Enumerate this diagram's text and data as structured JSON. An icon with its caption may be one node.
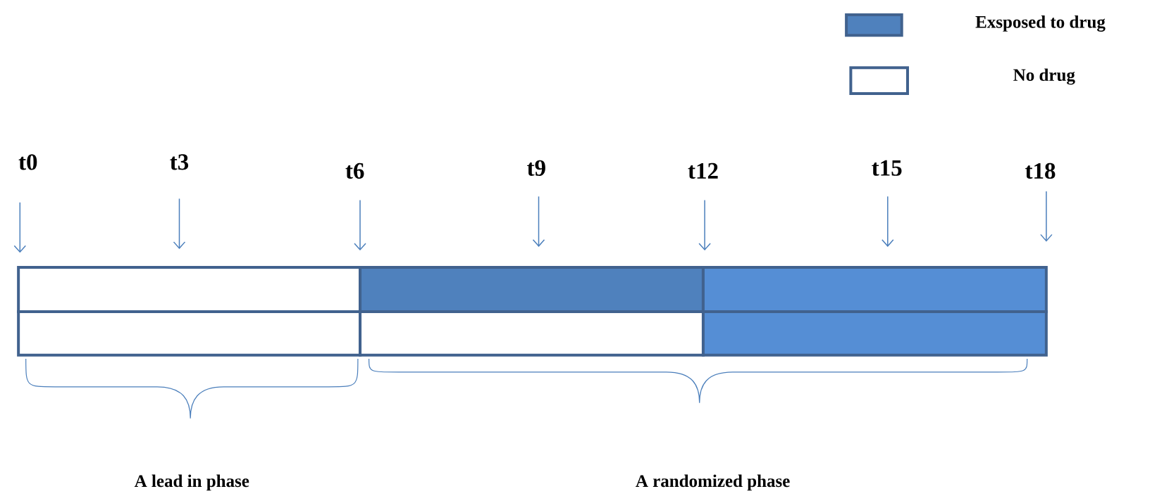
{
  "diagram": {
    "nodes": [
      {
        "text": [
          "t0"
        ]
      },
      {
        "text": [
          "t3"
        ]
      },
      {
        "text": [
          "t6"
        ]
      },
      {
        "text": [
          "t9"
        ]
      },
      {
        "text": [
          "t12"
        ]
      },
      {
        "text": [
          "t15"
        ]
      },
      {
        "text": [
          "t18"
        ]
      },
      {
        "text": [],
        "shape": "box"
      },
      {
        "text": [],
        "shape": "box"
      },
      {
        "text": [],
        "shape": "box"
      },
      {
        "text": [],
        "shape": "box"
      },
      {
        "text": [],
        "shape": "box"
      },
      {
        "text": [],
        "shape": "box"
      }
    ],
    "edges": [
      {
        "from": 0,
        "to": 7,
        "arrow": "to"
      },
      {
        "from": 1,
        "to": 7,
        "arrow": "to"
      },
      {
        "from": 2,
        "to": 8,
        "arrow": "to"
      },
      {
        "from": 3,
        "to": 8,
        "arrow": "to"
      },
      {
        "from": 4,
        "to": 9,
        "arrow": "to"
      },
      {
        "from": 5,
        "to": 9,
        "arrow": "to"
      },
      {
        "from": 6,
        "to": 9,
        "arrow": "to"
      }
    ],
    "labels": [
      "A lead in phase",
      "A randomized phase"
    ],
    "legend": [
      {
        "text": "Exsposed to drug",
        "color": "#4f81bd"
      },
      {
        "text": "No drug"
      }
    ]
  }
}
